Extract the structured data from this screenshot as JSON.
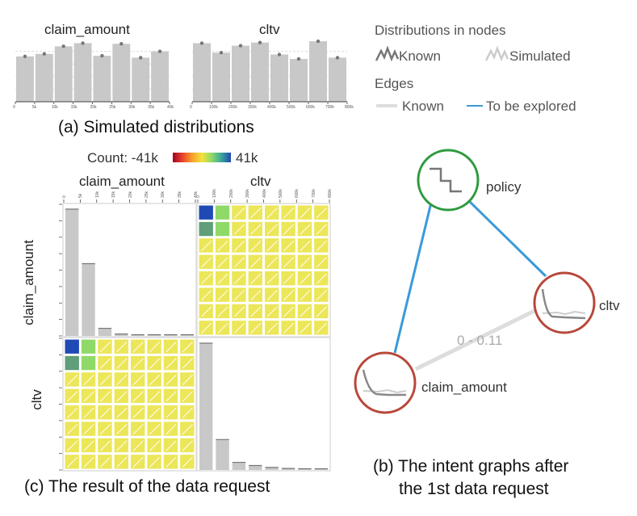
{
  "panel_a": {
    "caption": "(a) Simulated distributions",
    "hist1": {
      "title": "claim_amount",
      "ticks": [
        "0",
        "5k",
        "10k",
        "15k",
        "20k",
        "25k",
        "30k",
        "35k",
        "40k"
      ],
      "values": [
        0.72,
        0.76,
        0.88,
        0.93,
        0.73,
        0.92,
        0.7,
        0.8
      ]
    },
    "hist2": {
      "title": "cltv",
      "ticks": [
        "0",
        "100k",
        "200k",
        "300k",
        "400k",
        "500k",
        "600k",
        "700k",
        "800k"
      ],
      "values": [
        0.93,
        0.78,
        0.89,
        0.94,
        0.75,
        0.68,
        0.96,
        0.7
      ]
    }
  },
  "legend": {
    "nodes_title": "Distributions in nodes",
    "known": "Known",
    "simulated": "Simulated",
    "edges_title": "Edges",
    "edge_known": "Known",
    "edge_explore": "To be explored",
    "colors": {
      "known_node": "#777777",
      "simulated_node": "#cccccc",
      "edge_known": "#dddddd",
      "edge_explore": "#3a9ad9"
    }
  },
  "panel_c": {
    "caption": "(c) The result of the data request",
    "count_label": "Count: -41k",
    "count_max": "41k",
    "col_labels": [
      "claim_amount",
      "cltv"
    ],
    "row_labels": [
      "claim_amount",
      "cltv"
    ],
    "top_ticks_a": [
      "0",
      "5k",
      "10k",
      "15k",
      "20k",
      "25k",
      "30k",
      "35k",
      "40k"
    ],
    "top_ticks_b": [
      "0",
      "100k",
      "200k",
      "300k",
      "400k",
      "500k",
      "600k",
      "700k",
      "800k"
    ],
    "diag_claim_amount": [
      1.0,
      0.57,
      0.06,
      0.015,
      0.008,
      0.004,
      0.003,
      0.002
    ],
    "diag_cltv": [
      1.0,
      0.24,
      0.06,
      0.035,
      0.02,
      0.012,
      0.007,
      0.004
    ],
    "heat_colors": {
      "top_left": "#1f49b4",
      "high": "#5f9e78",
      "mid": "#8fd968",
      "low": "#ece659"
    }
  },
  "panel_b": {
    "caption_line1": "(b) The intent graphs after",
    "caption_line2": "the 1st data request",
    "nodes": {
      "policy": "policy",
      "cltv": "cltv",
      "claim_amount": "claim_amount"
    },
    "edge_label": "0 - 0.11",
    "colors": {
      "policy": "#2e9a3e",
      "cltv": "#b8473a",
      "claim_amount": "#b8473a"
    }
  }
}
